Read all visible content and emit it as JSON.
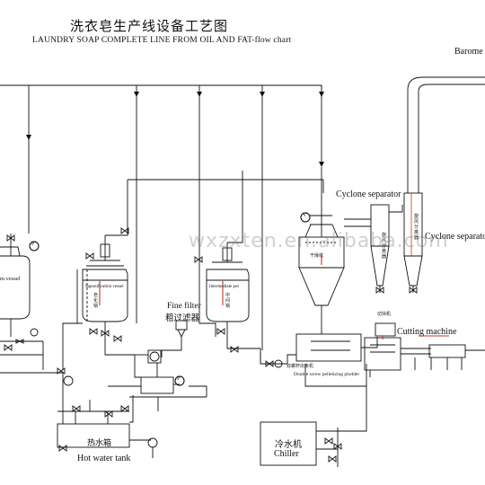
{
  "title_cn": "洗衣皂生产线设备工艺图",
  "title_en": "LAUNDRY SOAP COMPLETE LINE FROM OIL AND FAT-flow chart",
  "labels": {
    "barometric": "Barome",
    "cyclone_1": "Cyclone separator",
    "cyclone_2": "Cyclone separato",
    "cutting_machine": "Cutting machine",
    "fine_filter_en": "Fine filter",
    "fine_filter_cn": "粗过滤器",
    "hot_water_tank": "Hot water tank",
    "hot_water_tank_cn": "热水箱",
    "chiller_cn": "冷水机",
    "chiller": "Chiller",
    "extruder": "Double screw pelletizing plodder",
    "mixer_cn": "双螺杆出条机",
    "packing_cn": "切块机",
    "reactor": "Saponification vessel",
    "reactor_cn": "皂化锅",
    "intermediate": "Intermediate pot",
    "intermediate_cn": "中间锅",
    "vessel": "m vessel",
    "tank_cn": "干燥塔",
    "cyclone_1_cn": "旋风分离器",
    "cyclone_2_cn": "旋风分离器",
    "pressure_gauge": "P",
    "valve_marker": "V"
  },
  "watermark": "wxzxten.en.alibaba.com",
  "colors": {
    "line": "#111111",
    "accent": "#c0392b",
    "watermark": "#999999"
  }
}
